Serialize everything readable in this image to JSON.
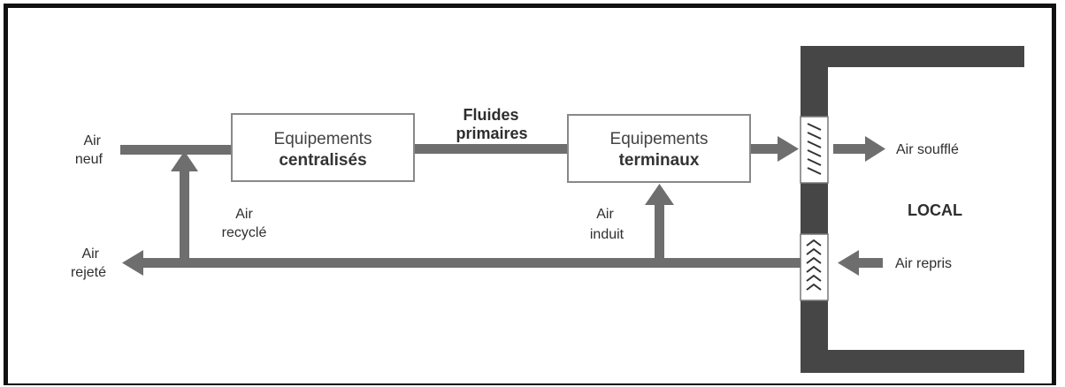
{
  "diagram": {
    "colors": {
      "line": "#6e6e6e",
      "wall": "#464646",
      "box_border": "#888888",
      "text": "#2e2e2e"
    },
    "labels": {
      "air_neuf": [
        "Air",
        "neuf"
      ],
      "air_rejete": [
        "Air",
        "rejeté"
      ],
      "air_recycle": [
        "Air",
        "recyclé"
      ],
      "air_induit": [
        "Air",
        "induit"
      ],
      "fluides_primaires": [
        "Fluides",
        "primaires"
      ],
      "air_souffle": "Air soufflé",
      "air_repris": "Air repris",
      "local": "LOCAL"
    },
    "boxes": {
      "centralises": [
        "Equipements",
        "centralisés"
      ],
      "terminaux": [
        "Equipements",
        "terminaux"
      ]
    }
  }
}
